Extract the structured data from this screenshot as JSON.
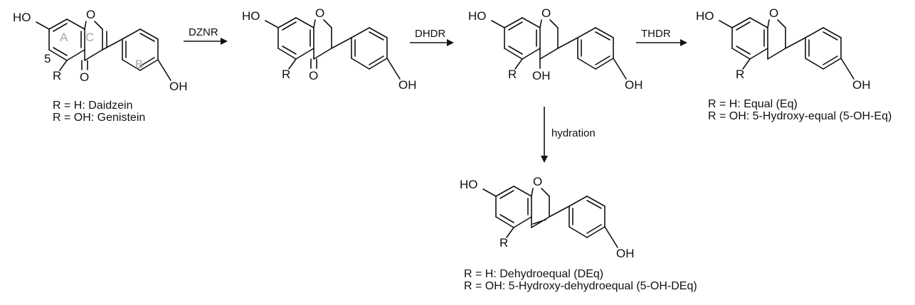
{
  "colors": {
    "ink": "#111111",
    "ring_label": "#a6a6a6",
    "background": "#ffffff"
  },
  "atoms": {
    "oxygen": "O",
    "hydroxyl": "HO",
    "hydroxyl_right": "OH",
    "r_group": "R",
    "position_5": "5"
  },
  "ring_labels": {
    "a": "A",
    "b": "B",
    "c": "C"
  },
  "reactions": {
    "step1": "DZNR",
    "step2": "DHDR",
    "step3": "THDR",
    "step4": "hydration"
  },
  "compounds": {
    "isoflavone": {
      "caption_h": "R = H: Daidzein",
      "caption_oh": "R = OH: Genistein"
    },
    "isoflavanone": {},
    "isoflavanol": {},
    "equol": {
      "caption_h": "R = H: Equal (Eq)",
      "caption_oh": "R = OH: 5-Hydroxy-equal (5-OH-Eq)"
    },
    "dehydroequol": {
      "caption_h": "R = H: Dehydroequal (DEq)",
      "caption_oh": "R = OH: 5-Hydroxy-dehydroequal (5-OH-DEq)"
    }
  }
}
